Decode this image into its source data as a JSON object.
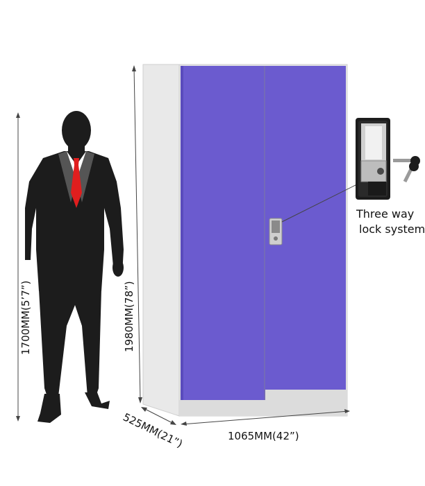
{
  "dimensions": {
    "person_height": "1700MM(5’7”)",
    "cabinet_height": "1980MM(78”)",
    "cabinet_depth": "525MM(21”)",
    "cabinet_width": "1065MM(42”)"
  },
  "lock": {
    "label_line1": "Three way",
    "label_line2": "lock system"
  },
  "colors": {
    "door": "#6b5bcf",
    "body": "#e9e9e9",
    "tie": "#e01e1e",
    "suit": "#1c1c1c"
  },
  "icons": [
    "person-silhouette",
    "cabinet",
    "lock-handle",
    "keys"
  ]
}
